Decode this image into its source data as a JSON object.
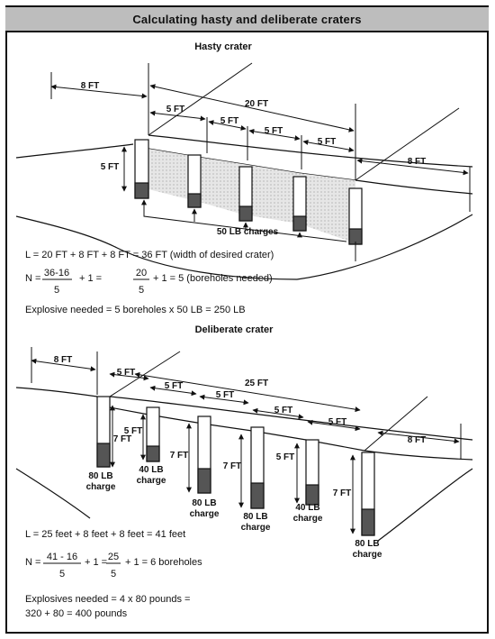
{
  "title": "Calculating hasty and deliberate craters",
  "hasty": {
    "heading": "Hasty crater",
    "dims": {
      "left": "8 FT",
      "total": "20 FT",
      "right": "8 FT",
      "spacing": [
        "5 FT",
        "5 FT",
        "5 FT",
        "5 FT"
      ],
      "depth": "5 FT"
    },
    "charges_label": "50 LB charges",
    "formula_L": "L = 20 FT + 8 FT + 8 FT = 36 FT (width of desired crater)",
    "formula_N": {
      "prefix": "N =",
      "num1": "36-16",
      "den1": "5",
      "mid": "+ 1 =",
      "num2": "20",
      "den2": "5",
      "suffix": "+ 1 = 5 (boreholes needed)"
    },
    "explosive": "Explosive needed = 5 boreholes x 50 LB = 250 LB"
  },
  "deliberate": {
    "heading": "Deliberate crater",
    "dims": {
      "left": "8 FT",
      "total": "25 FT",
      "right": "8 FT",
      "spacing": [
        "5 FT",
        "5 FT",
        "5 FT",
        "5 FT",
        "5 FT"
      ]
    },
    "depths": [
      "7 FT",
      "5 FT",
      "7 FT",
      "7 FT",
      "5 FT",
      "7 FT"
    ],
    "charge_labels": [
      {
        "weight": "80 LB",
        "word": "charge"
      },
      {
        "weight": "40 LB",
        "word": "charge"
      },
      {
        "weight": "80 LB",
        "word": "charge"
      },
      {
        "weight": "80 LB",
        "word": "charge"
      },
      {
        "weight": "40 LB",
        "word": "charge"
      },
      {
        "weight": "80 LB",
        "word": "charge"
      }
    ],
    "formula_L": "L = 25 feet + 8 feet + 8 feet = 41 feet",
    "formula_N": {
      "prefix": "N =",
      "num1": "41 - 16",
      "den1": "5",
      "mid": "+ 1 =",
      "num2": "25",
      "den2": "5",
      "suffix": "+ 1 = 6 boreholes"
    },
    "explosive_line1": "Explosives needed = 4 x 80 pounds =",
    "explosive_line2": "320 + 80 = 400 pounds"
  }
}
